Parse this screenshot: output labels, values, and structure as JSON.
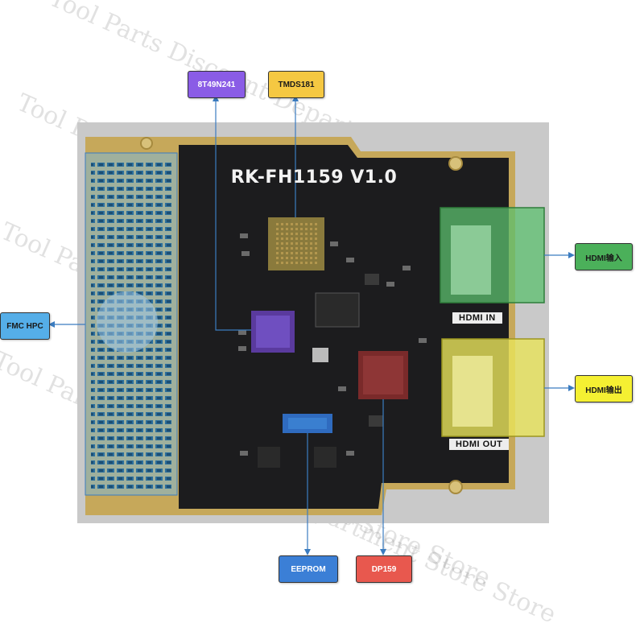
{
  "board": {
    "title": "RK-FH1159 V1.0",
    "silk_hdmi_in": "HDMI IN",
    "silk_hdmi_out": "HDMI OUT"
  },
  "labels": {
    "t8t49n241": "8T49N241",
    "tmds181": "TMDS181",
    "fmc_hpc": "FMC HPC",
    "hdmi_in": "HDMI输入",
    "hdmi_out": "HDMI输出",
    "eeprom": "EEPROM",
    "dp159": "DP159"
  },
  "colors": {
    "purple": "#8a5ce6",
    "yellow": "#f5c842",
    "blue_light": "#55aee8",
    "green": "#4bb05a",
    "yellow_bright": "#f5f032",
    "blue_dark": "#3b7fd6",
    "red": "#e8584e",
    "connector_line": "#3b7cc0"
  },
  "watermark": {
    "line1": "Tool Parts Discount Department Store Store",
    "line2": "Tool Parts Discount Department Store Store",
    "line3": "Tool Parts Discount Department Store Store",
    "line4": "Tool Parts Discount Department Store Store",
    "line5": "Department Store Store"
  }
}
